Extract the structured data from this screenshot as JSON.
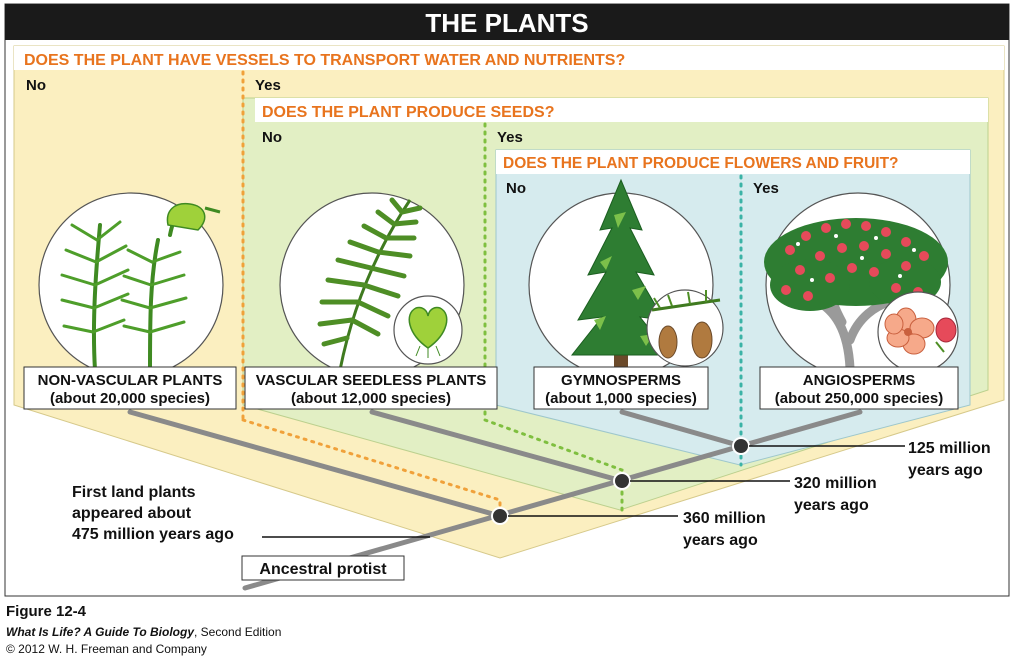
{
  "title": "THE PLANTS",
  "questions": {
    "vessels": "DOES THE PLANT HAVE VESSELS TO TRANSPORT WATER AND NUTRIENTS?",
    "seeds": "DOES THE PLANT PRODUCE SEEDS?",
    "flowers": "DOES THE PLANT PRODUCE FLOWERS AND FRUIT?"
  },
  "answers": {
    "no": "No",
    "yes": "Yes"
  },
  "groups": [
    {
      "name": "NON-VASCULAR PLANTS",
      "species": "(about 20,000 species)",
      "illustration": "moss"
    },
    {
      "name": "VASCULAR SEEDLESS PLANTS",
      "species": "(about 12,000 species)",
      "illustration": "fern"
    },
    {
      "name": "GYMNOSPERMS",
      "species": "(about 1,000 species)",
      "illustration": "conifer"
    },
    {
      "name": "ANGIOSPERMS",
      "species": "(about 250,000 species)",
      "illustration": "flowering-tree"
    }
  ],
  "timeline": {
    "first_land_1": "First land plants",
    "first_land_2": "appeared about",
    "first_land_3": "475 million years ago",
    "n360_1": "360 million",
    "n360_2": "years ago",
    "n320_1": "320 million",
    "n320_2": "years ago",
    "n125_1": "125 million",
    "n125_2": "years ago",
    "root": "Ancestral protist"
  },
  "caption": {
    "figure": "Figure 12-4",
    "book": "What Is Life? A Guide To Biology",
    "edition": ", Second Edition",
    "copyright": "© 2012 W. H. Freeman and Company"
  },
  "colors": {
    "title_bar": "#1a1a1a",
    "question_text": "#e8741e",
    "panel_yellow": "#fbefc0",
    "panel_green": "#e2efc4",
    "panel_blue": "#d6ebee",
    "branch": "#8a8a8a",
    "dot_orange": "#f0a13a",
    "dot_green": "#7fbf3f",
    "dot_teal": "#3bb3a6"
  }
}
